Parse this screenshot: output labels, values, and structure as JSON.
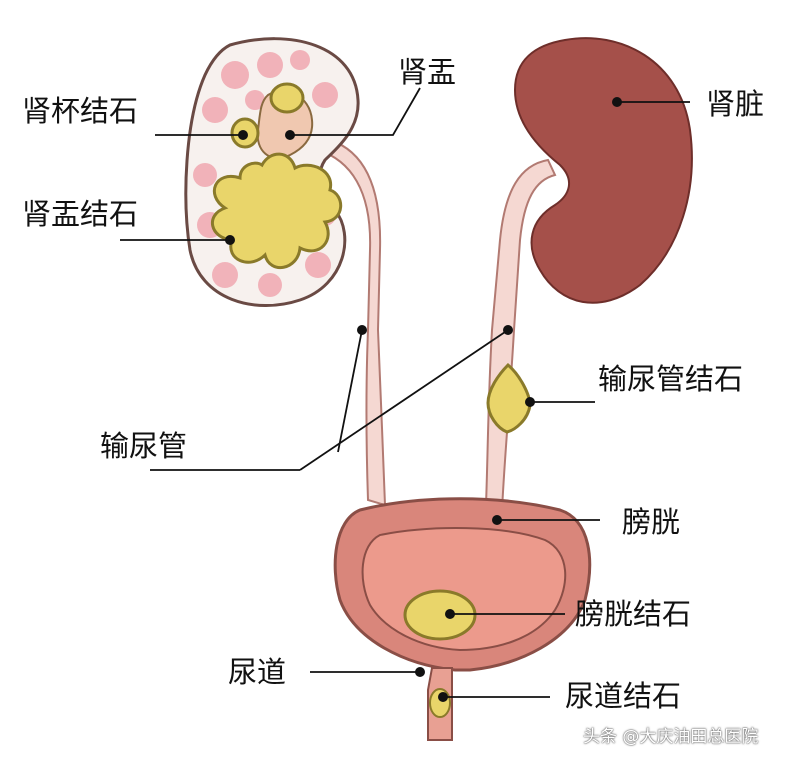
{
  "labels": {
    "kidney_calyx_stone": "肾杯结石",
    "renal_pelvis": "肾盂",
    "kidney": "肾脏",
    "renal_pelvis_stone": "肾盂结石",
    "ureter_stone": "输尿管结石",
    "ureter": "输尿管",
    "bladder": "膀胱",
    "bladder_stone": "膀胱结石",
    "urethra": "尿道",
    "urethra_stone": "尿道结石"
  },
  "watermark": "头条 @大庆油田总医院",
  "colors": {
    "kidney_right": "#a5504a",
    "kidney_section_bg": "#f7f1ee",
    "kidney_section_pink": "#f0a8b0",
    "ureter_fill": "#f5d8d2",
    "bladder_outer": "#d9867b",
    "bladder_inner": "#ec9a8c",
    "stone_fill": "#e9d56a",
    "stone_stroke": "#8a7a2a",
    "leader_line": "#111111"
  }
}
